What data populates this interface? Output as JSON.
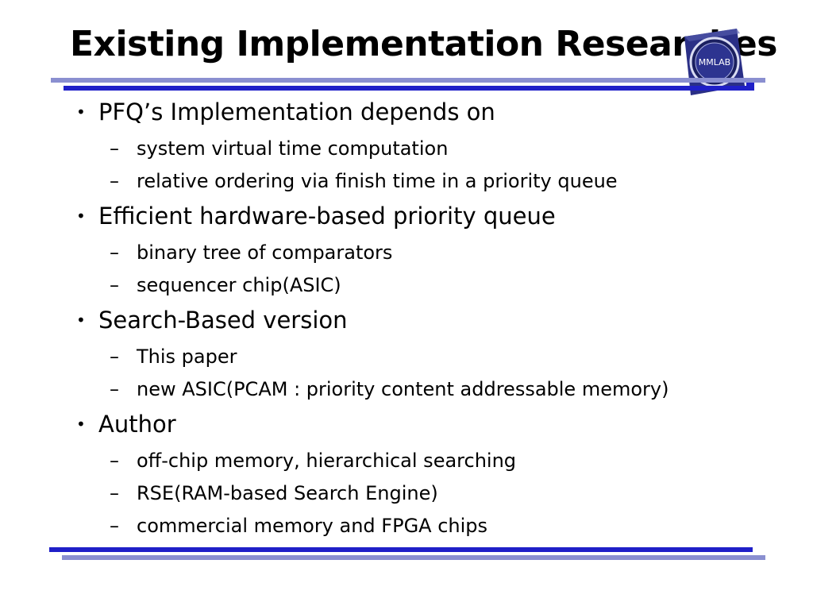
{
  "title": "Existing Implementation Researches",
  "logo": {
    "text": "MMLAB"
  },
  "bullet_symbol": "•",
  "dash_symbol": "–",
  "bullets": [
    {
      "text": "PFQ’s Implementation depends on",
      "subs": [
        "system virtual time computation",
        "relative ordering via finish time in a priority queue"
      ]
    },
    {
      "text": "Efficient hardware-based priority queue",
      "subs": [
        "binary tree of comparators",
        "sequencer chip(ASIC)"
      ]
    },
    {
      "text": "Search-Based version",
      "subs": [
        "This paper",
        "new ASIC(PCAM : priority content addressable memory)"
      ]
    },
    {
      "text": "Author",
      "subs": [
        "off-chip memory, hierarchical searching",
        "RSE(RAM-based Search Engine)",
        "commercial memory and FPGA chips"
      ]
    }
  ],
  "colors": {
    "rule_dark": "#1f1fc8",
    "rule_light": "#8a8fd0",
    "logo_bg": "#2a2f86"
  }
}
